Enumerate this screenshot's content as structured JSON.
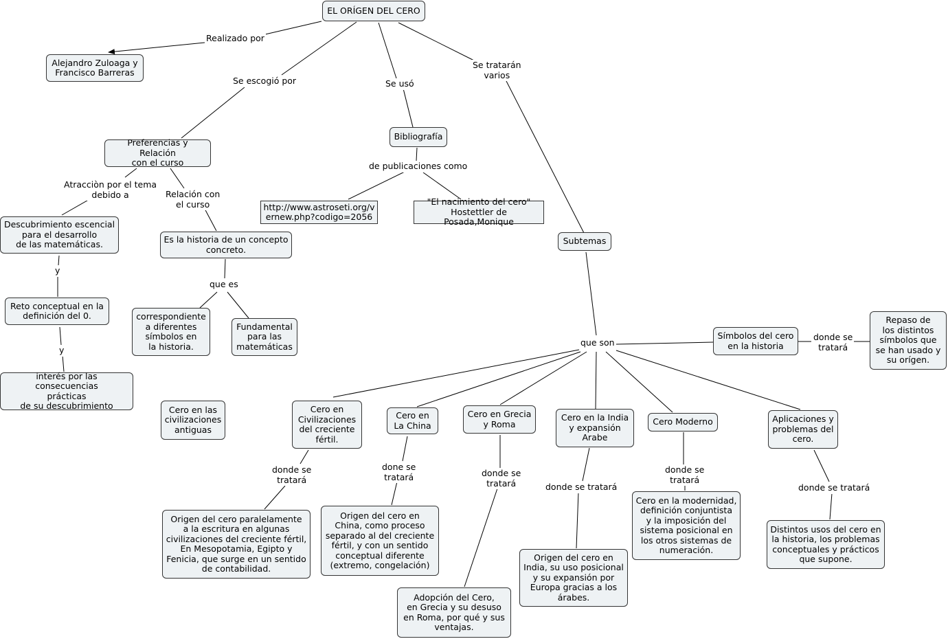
{
  "nodes": {
    "title": "EL ORÍGEN DEL CERO",
    "authors": "Alejandro Zuloaga y\nFrancisco Barreras",
    "preferencias": "Preferencias y Relación\ncon el curso",
    "bibliografia": "Bibliografía",
    "url": "http://www.astroseti.org/v\nernew.php?codigo=2056",
    "nacimiento": "\"El nacimiento del cero\"\nHostettler de Posada,Monique",
    "subtemas": "Subtemas",
    "descubrimiento": "Descubrimiento escencial\npara el desarrollo\nde las matemáticas.",
    "historia_concepto": "Es la historia de un concepto\nconcreto.",
    "reto": "Reto conceptual en la\ndefinición del 0.",
    "correspondiente": "correspondiente\na diferentes\nsímbolos en\nla historia.",
    "fundamental": "Fundamental\npara las\nmatemáticas",
    "interes": "interés por las consecuencias\nprácticas\nde su descubrimiento",
    "civ_antiguas": "Cero en las\ncivilizaciones\nantiguas",
    "simbolos": "Símbolos del cero\nen la historia",
    "repaso": "Repaso de\nlos distintos\nsímbolos que\nse han usado y\nsu orígen.",
    "creciente": "Cero en\nCivilizaciones\ndel creciente\nfértil.",
    "china": "Cero en\nLa China",
    "grecia": "Cero en Grecia\ny Roma",
    "india": "Cero en la India\ny expansión\nArabe",
    "moderno": "Cero Moderno",
    "aplicaciones": "Aplicaciones y\nproblemas del\ncero.",
    "origen_creciente": "Origen del cero paralelamente\na la escritura en algunas\ncivilizaciones del creciente fértil,\nEn Mesopotamia, Egipto y\nFenicia, que surge en un sentido\nde contabilidad.",
    "origen_china": "Origen del cero en\nChina, como proceso\nseparado al del creciente\nfértil, y con un sentido\nconceptual diferente\n(extremo, congelación)",
    "adopcion": "Adopción del Cero,\nen Grecia  y su desuso\nen Roma, por qué y sus\nventajas.",
    "origen_india": "Origen del cero en\nIndia, su uso posicional\ny su expansión por\nEuropa gracias a los\nárabes.",
    "modernidad": "Cero en la modernidad,\ndefinición conjuntista\ny la imposición del\nsistema posicional en\nlos otros sistemas de\nnumeración.",
    "distintos": "Distintos usos del cero en\nla historia, los problemas\nconceptuales y prácticos\nque supone."
  },
  "labels": {
    "realizado": "Realizado por",
    "escogio": "Se escogió por",
    "uso": "Se usó",
    "trataran": "Se tratarán\nvarios",
    "publicaciones": "de publicaciones como",
    "atraccion": "Atracciòn por el tema\ndebido a",
    "relacion": "Relación con\nel curso",
    "y1": "y",
    "y2": "y",
    "que_es": "que es",
    "que_son": "que son",
    "donde_simbolos": "donde se\ntratará",
    "donde_creciente": "donde se\ntratará",
    "done_china": "done se\ntratará",
    "donde_grecia": "donde se\ntratará",
    "donde_india": "donde se tratará",
    "donde_moderno": "donde se\ntratará",
    "donde_aplicaciones": "donde se tratará"
  },
  "colors": {
    "node_fill": "#eef2f4",
    "border": "#333333",
    "line": "#000000"
  }
}
